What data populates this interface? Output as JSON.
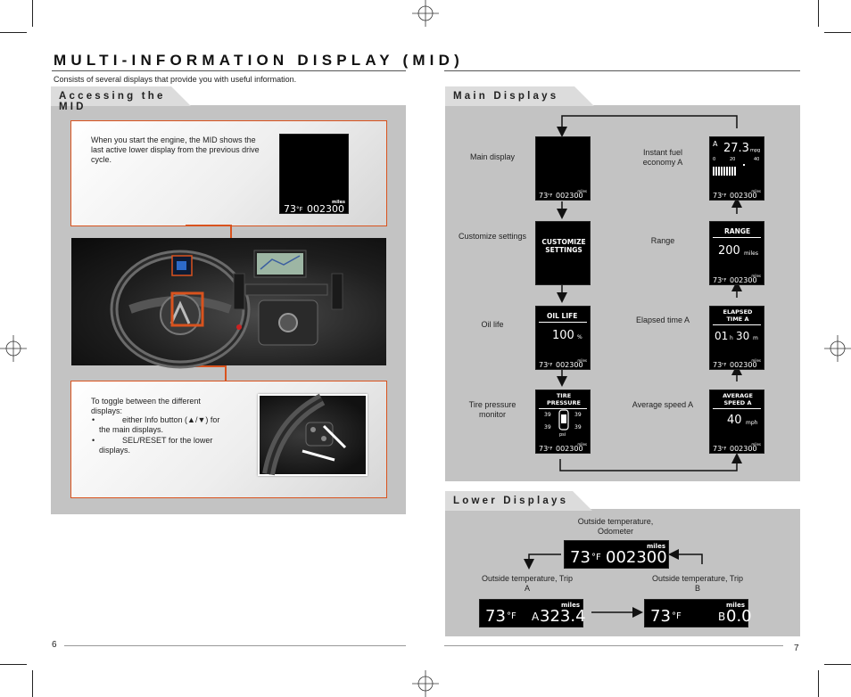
{
  "page_title": "MULTI-INFORMATION DISPLAY (MID)",
  "intro": "Consists of several displays that provide you with useful information.",
  "accessing": {
    "heading": "Accessing the MID",
    "start_text": "When you start the engine, the MID shows the last active lower display from the previous drive cycle.",
    "start_lcd": {
      "temp": "73",
      "unit": "°F",
      "odometer": "002300",
      "miles": "miles"
    },
    "toggle_intro": "To toggle between the different displays:",
    "bullet_1": "either Info button (▲/▼) for the main displays.",
    "bullet_2": "SEL/RESET for the lower displays.",
    "bullet_glyph": "•"
  },
  "main_displays": {
    "heading": "Main Displays",
    "footer": {
      "temp": "73",
      "unit": "°F",
      "odometer": "002300",
      "miles": "miles"
    },
    "left": [
      {
        "label": "Main display"
      },
      {
        "label": "Customize settings",
        "lcd": "CUSTOMIZE SETTINGS"
      },
      {
        "label": "Oil life",
        "title": "OIL LIFE",
        "value": "100",
        "unit": "%"
      },
      {
        "label": "Tire pressure monitor",
        "title": "TIRE PRESSURE",
        "psi": [
          "39",
          "39",
          "39",
          "39"
        ],
        "psi_unit": "psi"
      }
    ],
    "right": [
      {
        "label": "Instant fuel economy A",
        "letter": "A",
        "value": "27.3",
        "unit": "mpg",
        "scale": [
          "0",
          "20",
          "40"
        ]
      },
      {
        "label": "Range",
        "title": "RANGE",
        "value": "200",
        "unit": "miles"
      },
      {
        "label": "Elapsed time A",
        "title": "ELAPSED TIME A",
        "h": "01",
        "h_unit": "h",
        "m": "30",
        "m_unit": "m"
      },
      {
        "label": "Average speed A",
        "title": "AVERAGE SPEED A",
        "value": "40",
        "unit": "mph"
      }
    ]
  },
  "lower_displays": {
    "heading": "Lower Displays",
    "odometer": {
      "label": "Outside temperature, Odometer",
      "temp": "73",
      "unit": "°F",
      "value": "002300",
      "miles": "miles"
    },
    "trip_a": {
      "label": "Outside temperature, Trip A",
      "temp": "73",
      "unit": "°F",
      "letter": "A",
      "value": "323.4",
      "miles": "miles"
    },
    "trip_b": {
      "label": "Outside temperature, Trip B",
      "temp": "73",
      "unit": "°F",
      "letter": "B",
      "value": "0.0",
      "miles": "miles"
    }
  },
  "page_numbers": {
    "left": "6",
    "right": "7"
  },
  "colors": {
    "accent": "#d9531e",
    "panel": "#c3c3c3",
    "tab": "#dcdcdc",
    "lcd": "#000000"
  }
}
